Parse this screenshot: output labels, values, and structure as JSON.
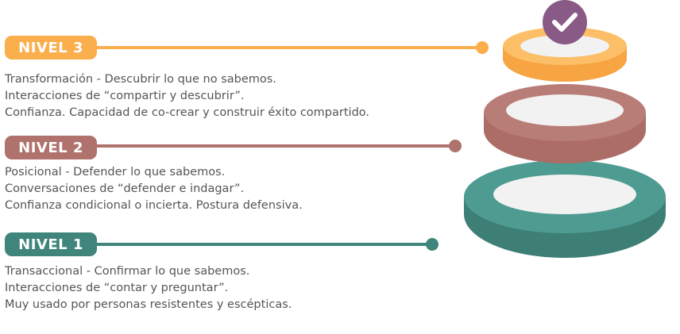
{
  "levels": [
    {
      "label": "NIVEL 3",
      "color": "#FBAE4C",
      "lines": [
        "Transformación - Descubrir lo que no sabemos.",
        "Interacciones de “compartir y descubrir”.",
        "Confianza. Capacidad de co-crear y construir éxito compartido."
      ]
    },
    {
      "label": "NIVEL 2",
      "color": "#B0726C",
      "lines": [
        "Posicional - Defender lo que sabemos.",
        "Conversaciones de “defender e indagar”.",
        "Confianza condicional o incierta. Postura defensiva."
      ]
    },
    {
      "label": "NIVEL 1",
      "color": "#3F857B",
      "lines": [
        "Transaccional - Confirmar lo que sabemos.",
        "Interacciones de “contar y preguntar”.",
        "Muy usado por personas resistentes y escépticas."
      ]
    }
  ],
  "badge": {
    "icon": "check-icon",
    "color": "#8A5A86"
  }
}
